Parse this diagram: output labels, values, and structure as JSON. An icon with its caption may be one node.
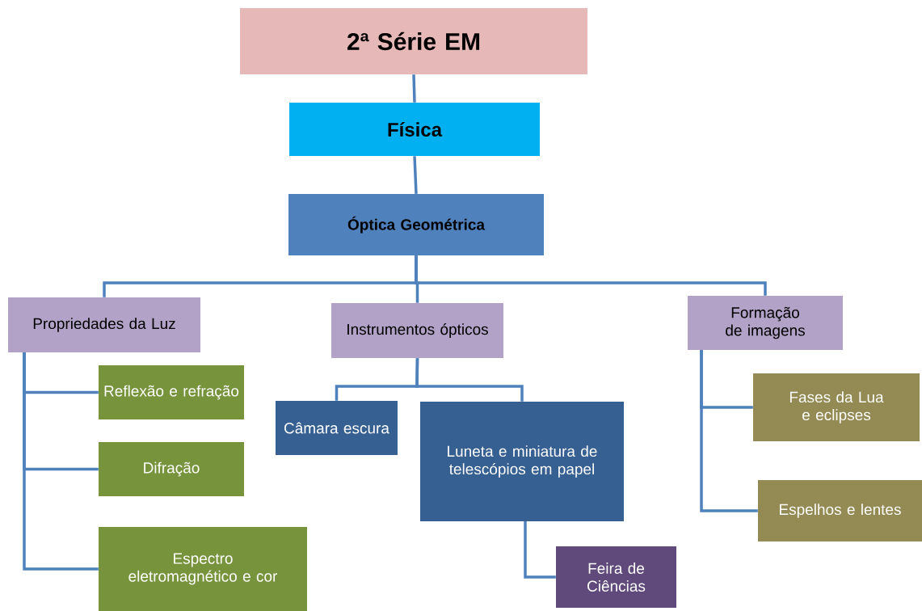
{
  "diagram": {
    "nodes": [
      {
        "text": [
          "2ª Série EM"
        ]
      },
      {
        "text": [
          "Física"
        ]
      },
      {
        "text": [
          "Óptica Geométrica"
        ]
      },
      {
        "text": [
          "Propriedades da Luz"
        ]
      },
      {
        "text": [
          "Instrumentos ópticos"
        ]
      },
      {
        "text": [
          "Formação de imagens"
        ]
      },
      {
        "text": [
          "Reflexão e refração"
        ]
      },
      {
        "text": [
          "Difração"
        ]
      },
      {
        "text": [
          "Espectro eletromagnético e cor"
        ]
      },
      {
        "text": [
          "Câmara escura"
        ]
      },
      {
        "text": [
          "Luneta e miniatura de telescópios em papel"
        ]
      },
      {
        "text": [
          "Feira de Ciências"
        ]
      },
      {
        "text": [
          "Fases da Lua e eclipses"
        ]
      },
      {
        "text": [
          "Espelhos e lentes"
        ]
      }
    ],
    "edges": [
      {
        "from": 0,
        "to": 1,
        "arrow": "none"
      },
      {
        "from": 1,
        "to": 2,
        "arrow": "none"
      },
      {
        "from": 2,
        "to": 3,
        "arrow": "none"
      },
      {
        "from": 2,
        "to": 4,
        "arrow": "none"
      },
      {
        "from": 2,
        "to": 5,
        "arrow": "none"
      },
      {
        "from": 3,
        "to": 6,
        "arrow": "none"
      },
      {
        "from": 3,
        "to": 7,
        "arrow": "none"
      },
      {
        "from": 3,
        "to": 8,
        "arrow": "none"
      },
      {
        "from": 4,
        "to": 9,
        "arrow": "none"
      },
      {
        "from": 4,
        "to": 10,
        "arrow": "none"
      },
      {
        "from": 10,
        "to": 11,
        "arrow": "none"
      },
      {
        "from": 5,
        "to": 12,
        "arrow": "none"
      },
      {
        "from": 5,
        "to": 13,
        "arrow": "none"
      }
    ]
  }
}
